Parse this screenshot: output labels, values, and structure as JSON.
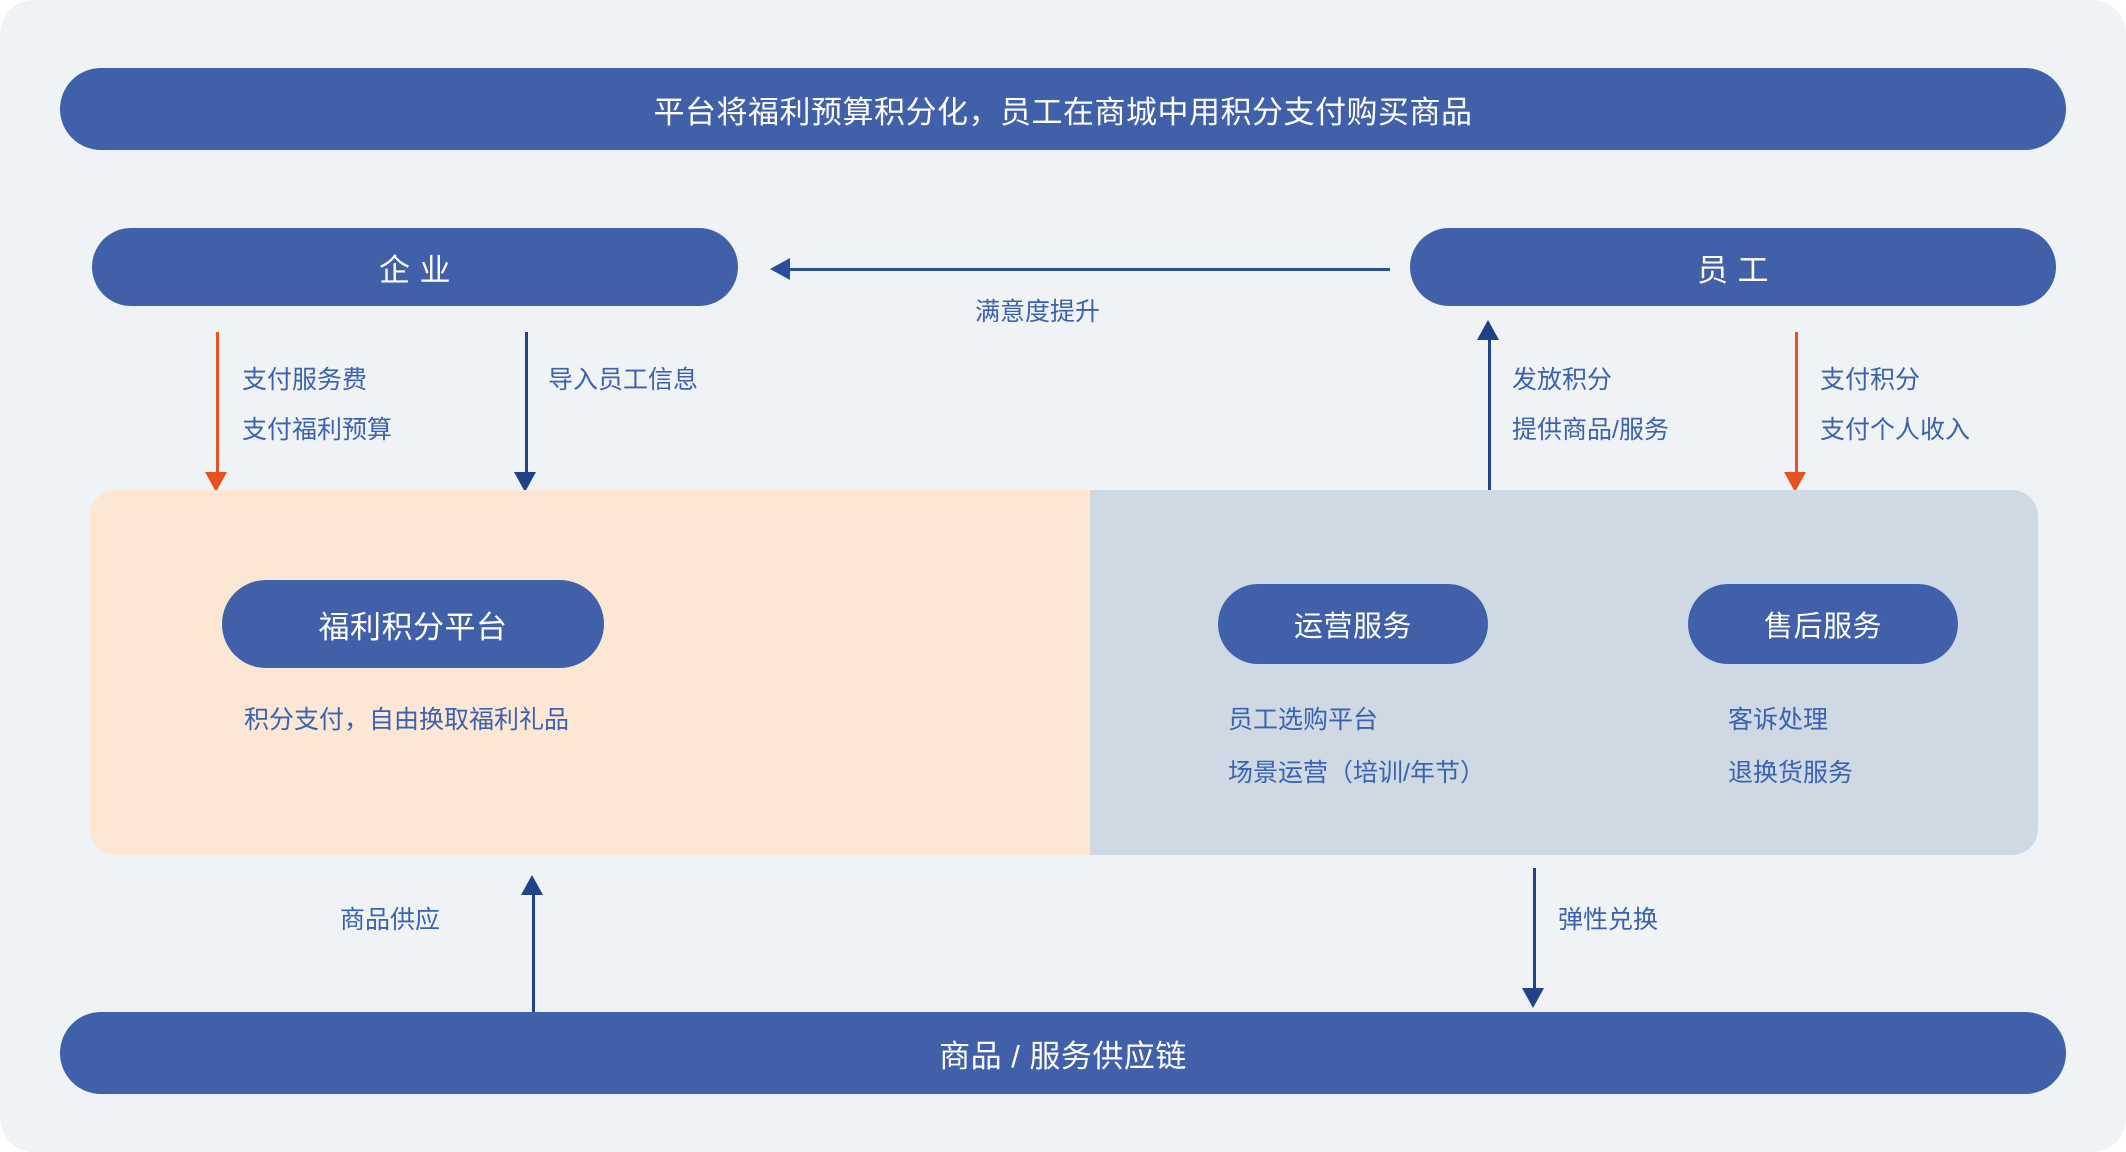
{
  "banner": {
    "top": "平台将福利预算积分化，员工在商城中用积分支付购买商品",
    "bottom": "商品 / 服务供应链"
  },
  "actors": {
    "enterprise": "企 业",
    "employee": "员 工"
  },
  "panels": {
    "left": {
      "pill": "福利积分平台",
      "caption": "积分支付，自由换取福利礼品",
      "bg_color": "#fce6d4"
    },
    "right": {
      "bg_color": "#ced9e4",
      "blocks": [
        {
          "pill": "运营服务",
          "lines": [
            "员工选购平台",
            "场景运营（培训/年节）"
          ]
        },
        {
          "pill": "售后服务",
          "lines": [
            "客诉处理",
            "退换货服务"
          ]
        }
      ]
    }
  },
  "flows": {
    "enterprise_pay": {
      "line1": "支付服务费",
      "line2": "支付福利预算",
      "color": "#e8521f",
      "direction": "down"
    },
    "enterprise_import": {
      "line1": "导入员工信息",
      "color": "#1f4289",
      "direction": "down"
    },
    "employee_grant": {
      "line1": "发放积分",
      "line2": "提供商品/服务",
      "color": "#1f4289",
      "direction": "up"
    },
    "employee_pay": {
      "line1": "支付积分",
      "line2": "支付个人收入",
      "color": "#e8521f",
      "direction": "down"
    },
    "satisfaction": {
      "label": "满意度提升",
      "color": "#2a4d9b",
      "direction": "left"
    },
    "goods_supply": {
      "label": "商品供应",
      "color": "#1f4289",
      "direction": "up"
    },
    "flexible_redeem": {
      "label": "弹性兑换",
      "color": "#1f4289",
      "direction": "down"
    }
  },
  "theme": {
    "background": "#eff3f6",
    "primary": "#4160aa",
    "label_text": "#3a62b0",
    "accent_orange": "#e8521f",
    "accent_navy": "#1f4289"
  }
}
